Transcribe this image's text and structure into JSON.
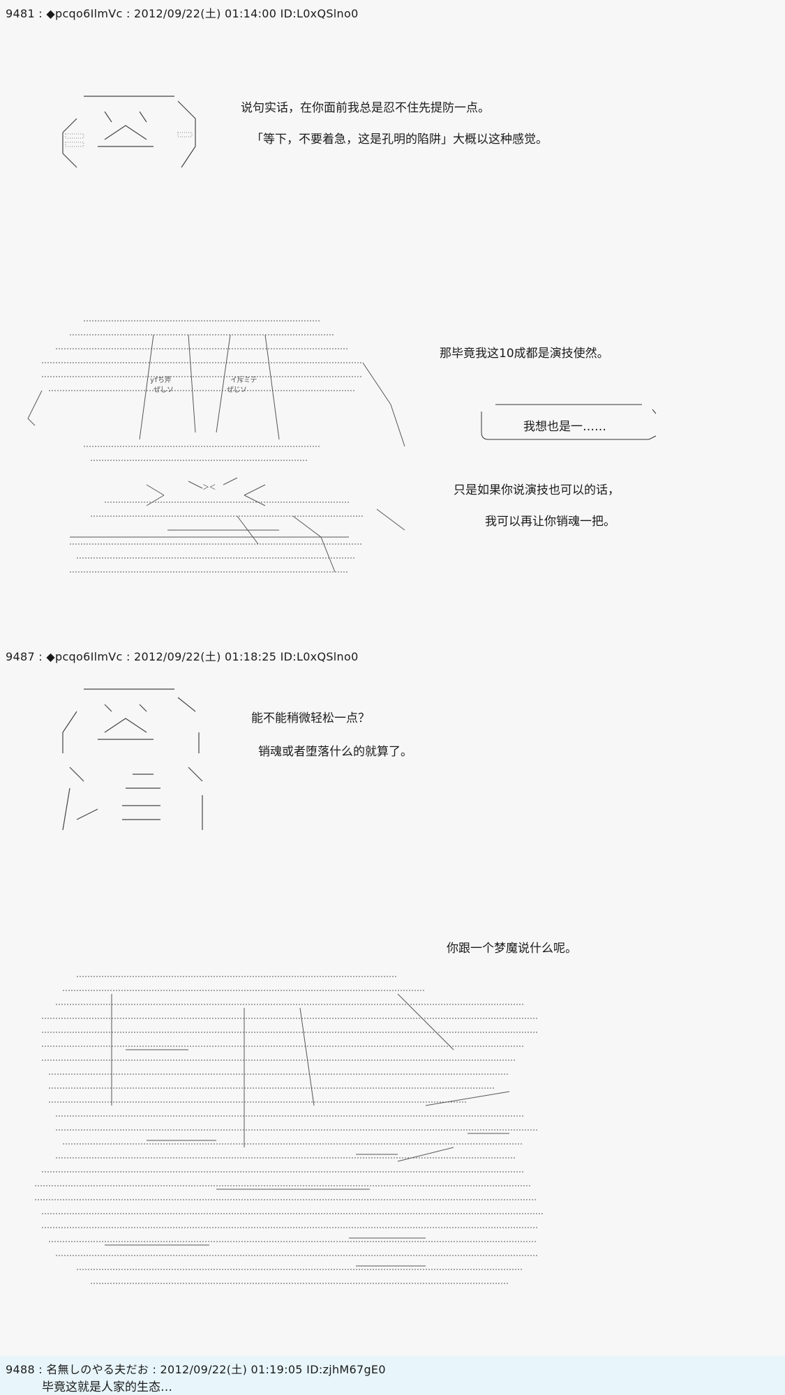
{
  "posts": [
    {
      "header": "9481 : ◆pcqo6IlmVc : 2012/09/22(土) 01:14:00 ID:L0xQSlno0",
      "lines": [
        "说句实话，在你面前我总是忍不住先提防一点。",
        "「等下，不要着急，这是孔明的陷阱」大概以这种感觉。",
        "那毕竟我这10成都是演技使然。",
        "我想也是一……",
        "只是如果你说演技也可以的话，",
        "我可以再让你销魂一把。"
      ],
      "aa_text": {
        "face_left": "yfち斧",
        "face_left_2": "ぜしソ",
        "face_right": "イ斥ミテ",
        "face_right_2": "ぜじソ",
        "mouth": "＞＜"
      }
    },
    {
      "header": "9487 : ◆pcqo6IlmVc : 2012/09/22(土) 01:18:25 ID:L0xQSlno0",
      "lines": [
        "能不能稍微轻松一点？",
        "销魂或者堕落什么的就算了。",
        "你跟一个梦魔说什么呢。"
      ]
    },
    {
      "header": "9488 : 名無しのやる夫だお : 2012/09/22(土) 01:19:05 ID:zjhM67gE0",
      "lines": [
        "毕竟这就是人家的生态…"
      ]
    }
  ],
  "colors": {
    "background": "#f7f7f7",
    "footer_background": "#e8f6fb",
    "text": "#1a1a1a"
  },
  "icons": [
    "ascii-art-block"
  ]
}
